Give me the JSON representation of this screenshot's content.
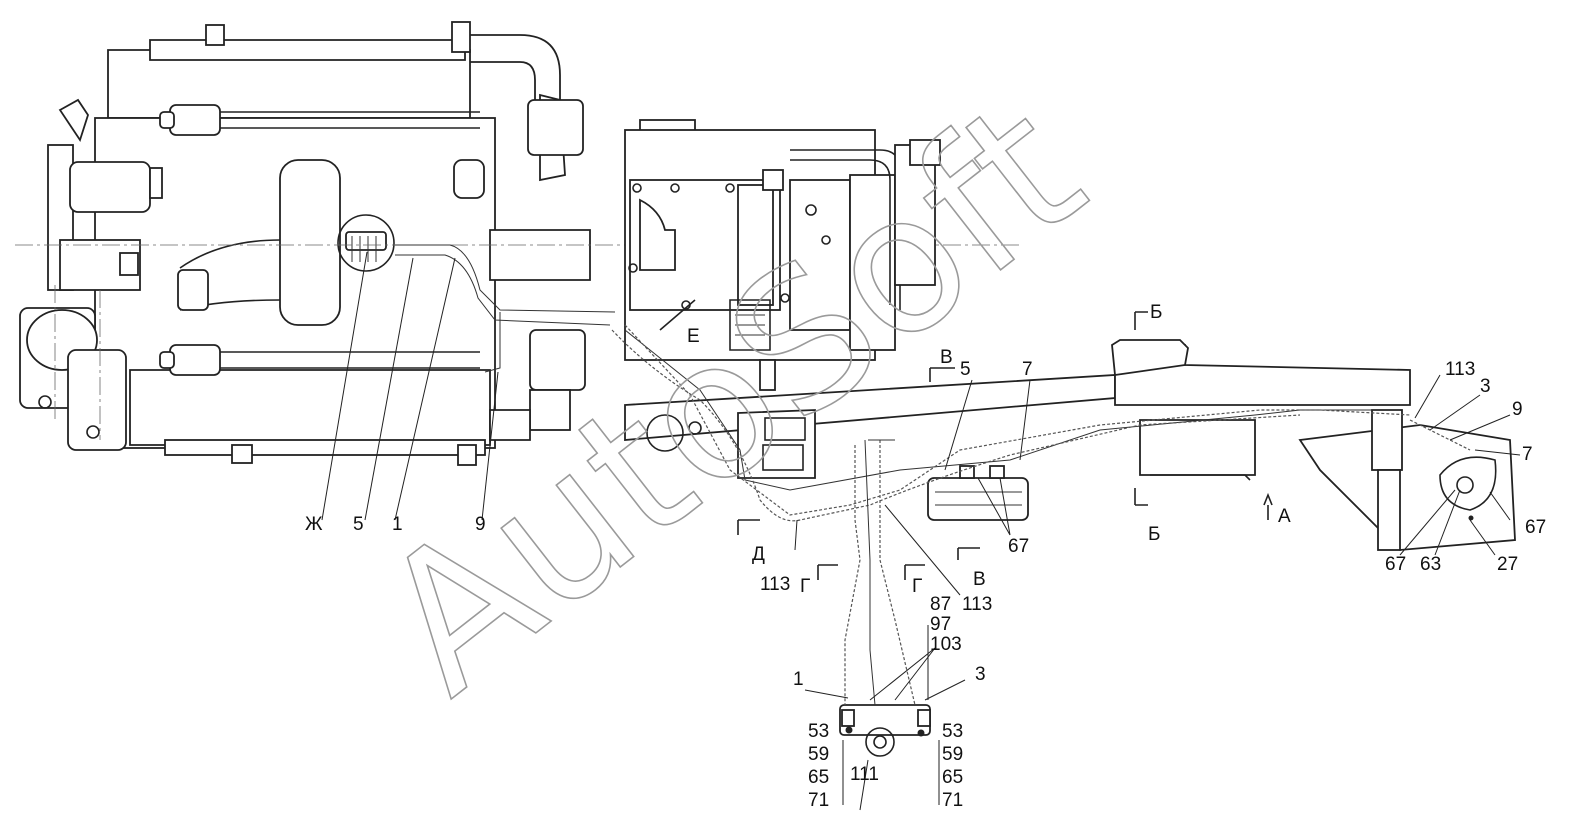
{
  "labels": {
    "l_zh": "Ж",
    "l_5a": "5",
    "l_1a": "1",
    "l_9a": "9",
    "l_e": "Е",
    "l_v1": "В",
    "l_d": "Д",
    "l_113a": "113",
    "l_g1": "Г",
    "l_g2": "Г",
    "l_v2": "В",
    "l_113b": "113",
    "l_5b": "5",
    "l_7a": "7",
    "l_67a": "67",
    "l_b1": "Б",
    "l_b2": "Б",
    "l_a": "А",
    "l_113c": "113",
    "l_3a": "3",
    "l_9b": "9",
    "l_7b": "7",
    "l_67b": "67",
    "l_67c": "67",
    "l_63": "63",
    "l_27": "27",
    "l_87": "87",
    "l_97": "97",
    "l_103": "103",
    "l_1b": "1",
    "l_3b": "3",
    "l_53a": "53",
    "l_59a": "59",
    "l_65a": "65",
    "l_71a": "71",
    "l_111": "111",
    "l_53b": "53",
    "l_59b": "59",
    "l_65b": "65",
    "l_71b": "71"
  },
  "watermark": "AutoSoft"
}
